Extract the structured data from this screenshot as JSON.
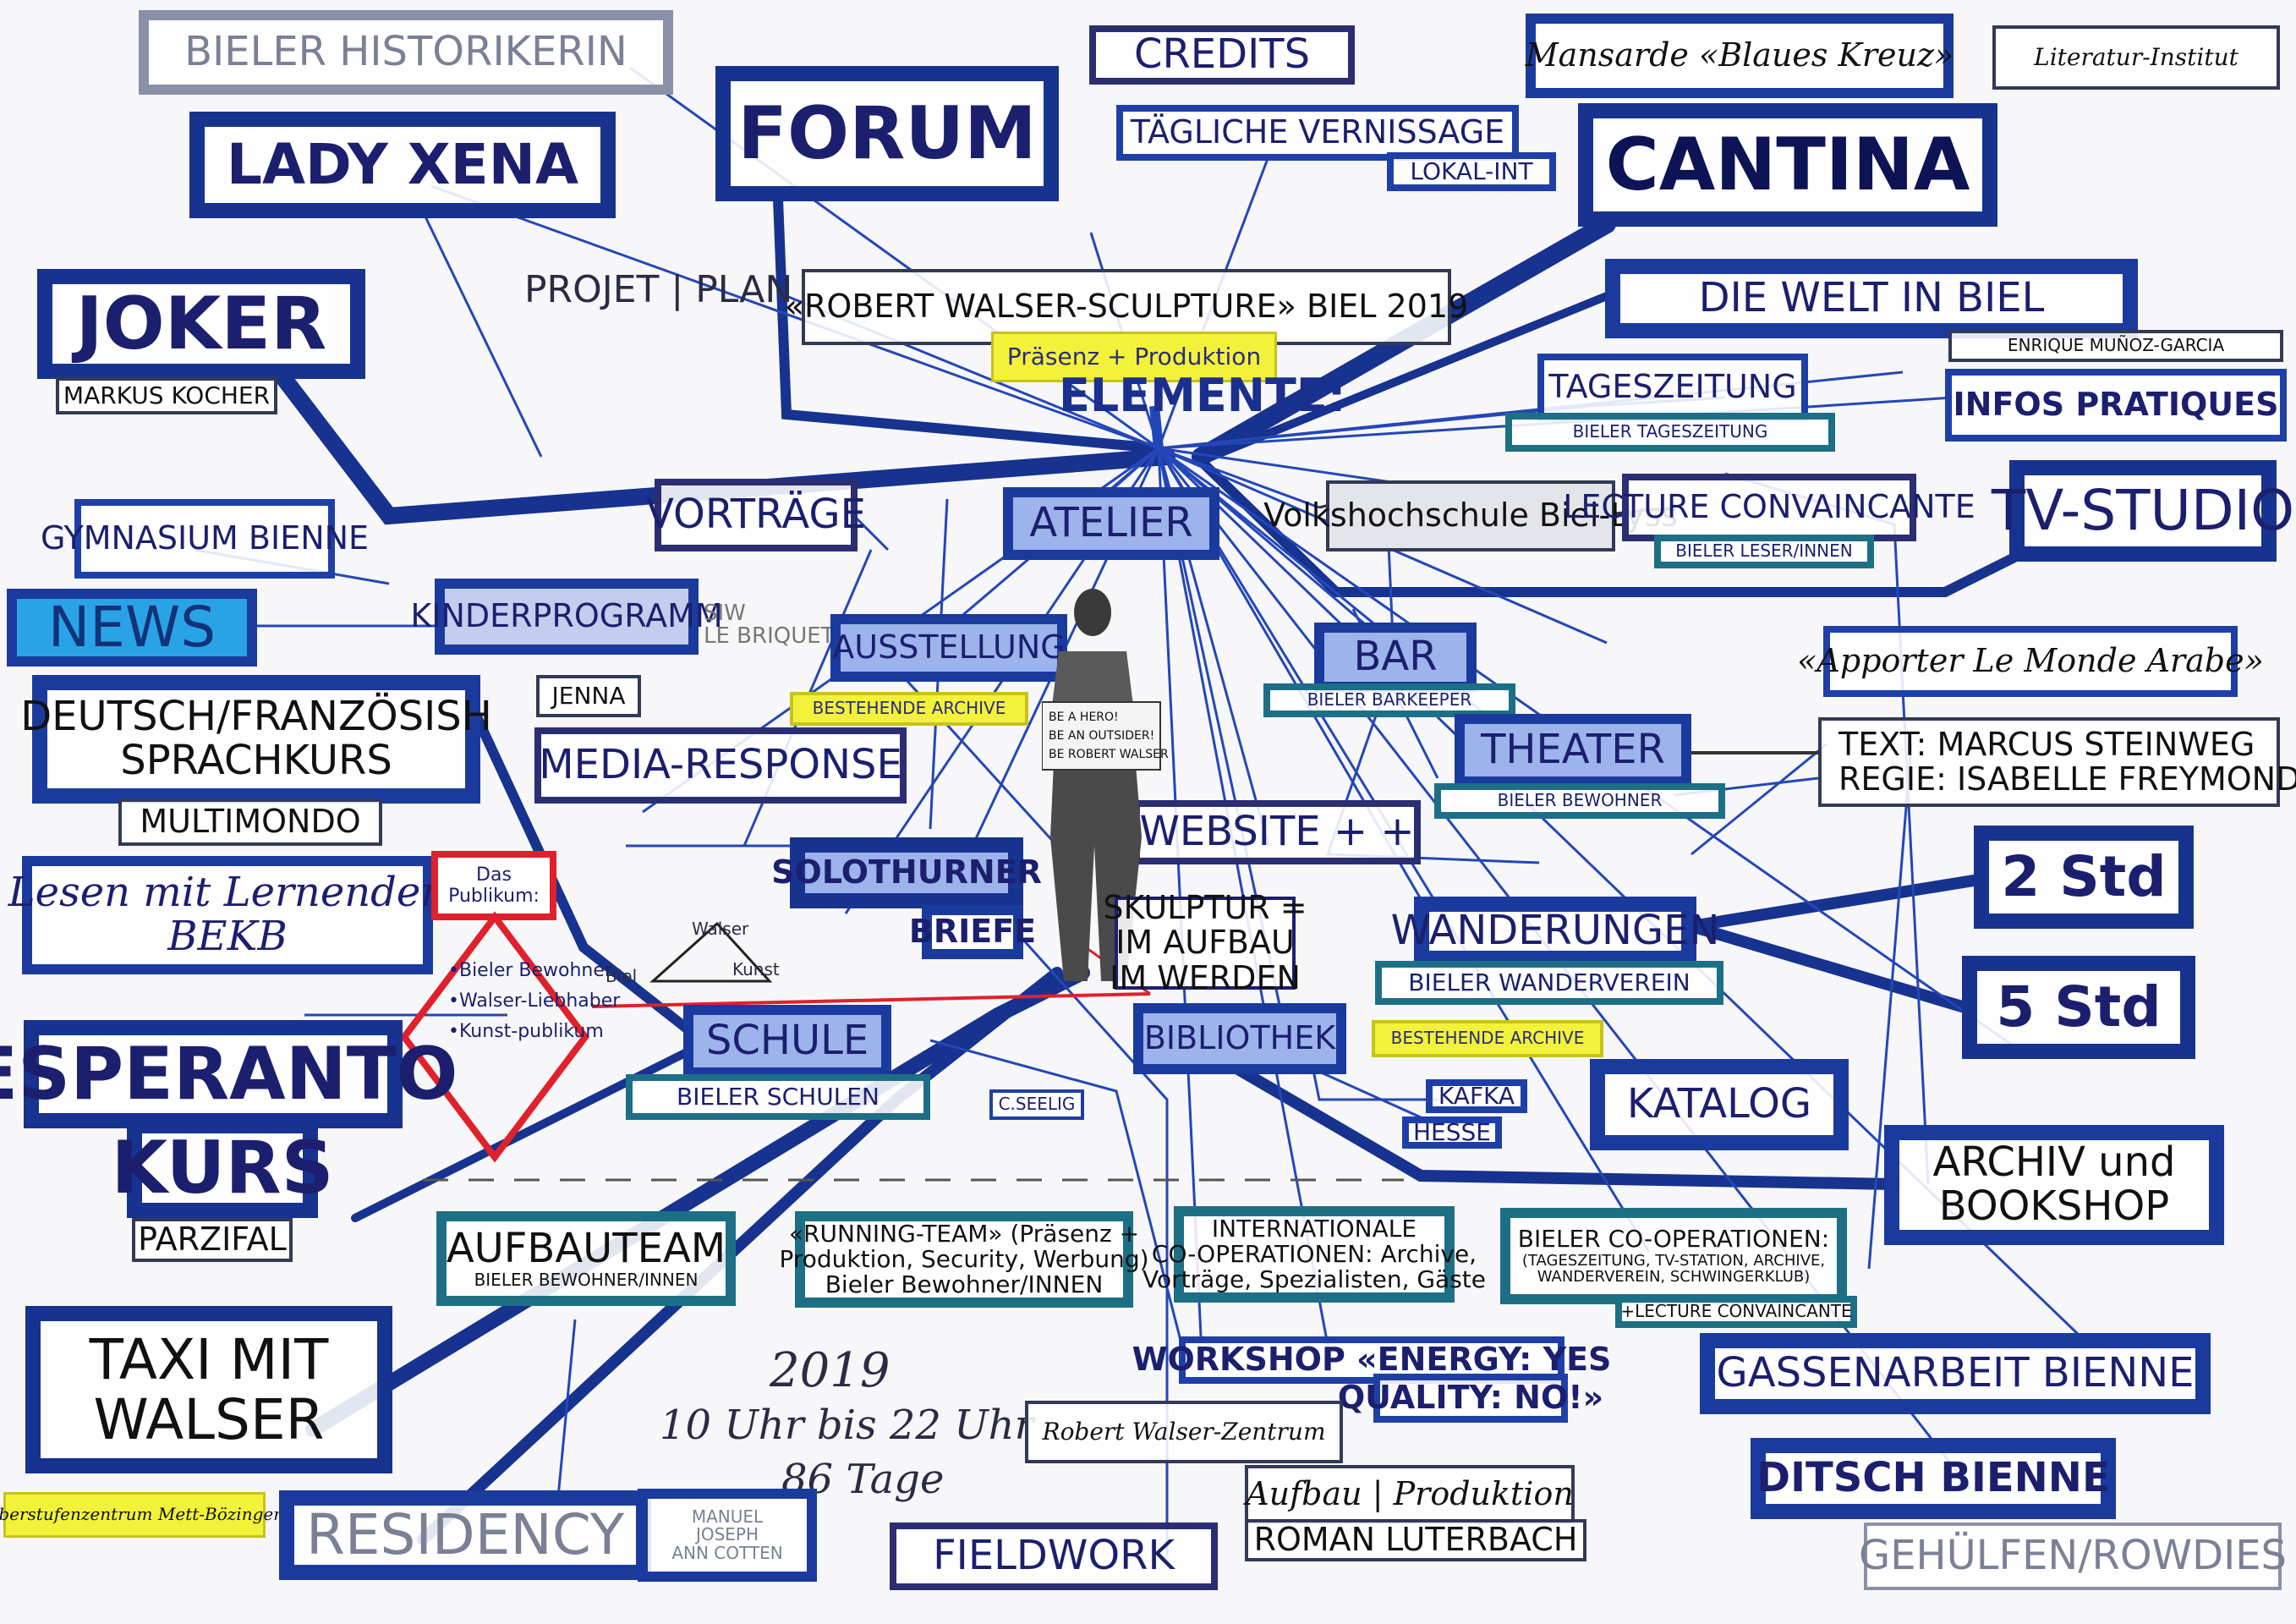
{
  "nodes": {
    "bieler_historikerin": "BIELER HISTORIKERIN",
    "lady_xena": "LADY XENA",
    "forum": "FORUM",
    "credits": "CREDITS",
    "tagliche_vernissage": "TÄGLICHE VERNISSAGE",
    "lokal_int": "LOKAL-INT",
    "mansarde": "Mansarde «Blaues Kreuz»",
    "literatur_institut": "Literatur-Institut",
    "cantina": "CANTINA",
    "joker": "JOKER",
    "markus_kocher": "MARKUS KOCHER",
    "robert_walser_sculpture": "«ROBERT WALSER-SCULPTURE» BIEL 2019",
    "praesenz_produktion": "Präsenz + Produktion",
    "die_welt_in_biel": "DIE WELT IN BIEL",
    "enrique": "ENRIQUE MUÑOZ-GARCIA",
    "tageszeitung": "TAGESZEITUNG",
    "bieler_tageszeitung": "BIELER TAGESZEITUNG",
    "infos_pratiques": "INFOS PRATIQUES",
    "gymnasium_bienne": "GYMNASIUM BIENNE",
    "vortraege": "VORTRÄGE",
    "atelier": "ATELIER",
    "volkshochschule": "Volkshochschule Biel-Lyss",
    "lecture_convaincante": "LECTURE CONVAINCANTE",
    "bieler_leser": "BIELER LESER/INNEN",
    "tv_studio": "TV-STUDIO",
    "news": "NEWS",
    "kinderprogramm": "KINDERPROGRAMM",
    "ausstellung": "AUSSTELLUNG",
    "bestehende_archive": "BESTEHENDE ARCHIVE",
    "bar": "BAR",
    "bieler_barkeeper": "BIELER BARKEEPER",
    "apporter": "«Apporter Le Monde Arabe»",
    "jenna": "JENNA",
    "deutsch_line1": "DEUTSCH/FRANZÖSISH",
    "deutsch_line2": "SPRACHKURS",
    "multimondo": "MULTIMONDO",
    "media_response": "MEDIA-RESPONSE",
    "theater": "THEATER",
    "bieler_bewohner_theater": "BIELER BEWOHNER",
    "text_regie_line1": "TEXT: MARCUS STEINWEG",
    "text_regie_line2": "REGIE: ISABELLE FREYMOND",
    "website": "WEBSITE + +",
    "std2": "2 Std",
    "lesen_line1": "Lesen mit Lernenden",
    "lesen_line2": "BEKB",
    "solothurner": "SOLOTHURNER",
    "briefe": "BRIEFE",
    "skulptur_line1": "SKULPTUR =",
    "skulptur_line2": "IM AUFBAU",
    "skulptur_line3": "IM WERDEN",
    "wanderungen": "WANDERUNGEN",
    "bieler_wanderverein": "BIELER WANDERVEREIN",
    "std5": "5 Std",
    "esperanto": "ESPERANTO",
    "kurs": "KURS",
    "schule": "SCHULE",
    "bieler_schulen": "BIELER SCHULEN",
    "c_seelig": "C.SEELIG",
    "bibliothek": "BIBLIOTHEK",
    "bestehende_archive_2": "BESTEHENDE ARCHIVE",
    "kafka": "KAFKA",
    "hesse": "HESSE",
    "katalog": "KATALOG",
    "archiv_line1": "ARCHIV und",
    "archiv_line2": "BOOKSHOP",
    "parzifal": "PARZIFAL",
    "aufbauteam": "AUFBAUTEAM",
    "bieler_bewohnerinnen": "BIELER BEWOHNER/INNEN",
    "running_line1": "«RUNNING-TEAM» (Präsenz +",
    "running_line2": "Produktion, Security, Werbung)",
    "running_line3": "Bieler Bewohner/INNEN",
    "intl_line1": "INTERNATIONALE",
    "intl_line2": "CO-OPERATIONEN: Archive,",
    "intl_line3": "Vorträge, Spezialisten, Gäste",
    "bieler_coop_line1": "BIELER CO-OPERATIONEN:",
    "bieler_coop_line2": "(TAGESZEITUNG, TV-STATION, ARCHIVE,",
    "bieler_coop_line3": "WANDERVEREIN, SCHWINGERKLUB)",
    "lecture_convaincante_2": "+LECTURE CONVAINCANTE",
    "taxi_line1": "TAXI MIT",
    "taxi_line2": "WALSER",
    "workshop": "WORKSHOP «ENERGY: YES",
    "quality": "QUALITY: NO!»",
    "gassenarbeit": "GASSENARBEIT BIENNE",
    "rwz": "Robert Walser-Zentrum",
    "oberstufenzentrum": "Oberstufenzentrum Mett-Bözingen",
    "residency": "RESIDENCY",
    "residency_names_line1": "MANUEL",
    "residency_names_line2": "JOSEPH",
    "residency_names_line3": "ANN COTTEN",
    "fieldwork": "FIELDWORK",
    "aufbau_produktion": "Aufbau | Produktion",
    "roman_luterbach": "ROMAN LUTERBACH",
    "ditsch_bienne": "DITSCH BIENNE",
    "gehuelfen": "GEHÜLFEN/ROWDIES"
  },
  "labels": {
    "projet_plan": "PROJET | PLAN",
    "elemente": "ELEMENTE:",
    "siw": "SIW",
    "le_briquet": "LE BRIQUET",
    "year": "2019",
    "hours": "10 Uhr bis 22 Uhr",
    "days": "86 Tage",
    "triangle_walser": "Walser",
    "triangle_biel": "Biel",
    "triangle_kunst": "Kunst",
    "publikum_line1": "Das",
    "publikum_line2": "Publikum:",
    "publikum_1": "•Bieler Bewohner",
    "publikum_2": "•Walser-Liebhaber",
    "publikum_3": "•Kunst-publikum",
    "placard_line1": "BE A HERO!",
    "placard_line2": "BE AN OUTSIDER!",
    "placard_line3": "BE ROBERT WALSER!"
  },
  "colors": {
    "line_blue": "#1f3fa8",
    "line_heavy": "#17328f",
    "teal": "#1d6f86",
    "red": "#e0212b",
    "yellow": "#f2f23a",
    "cyan": "#2aa3e6"
  }
}
